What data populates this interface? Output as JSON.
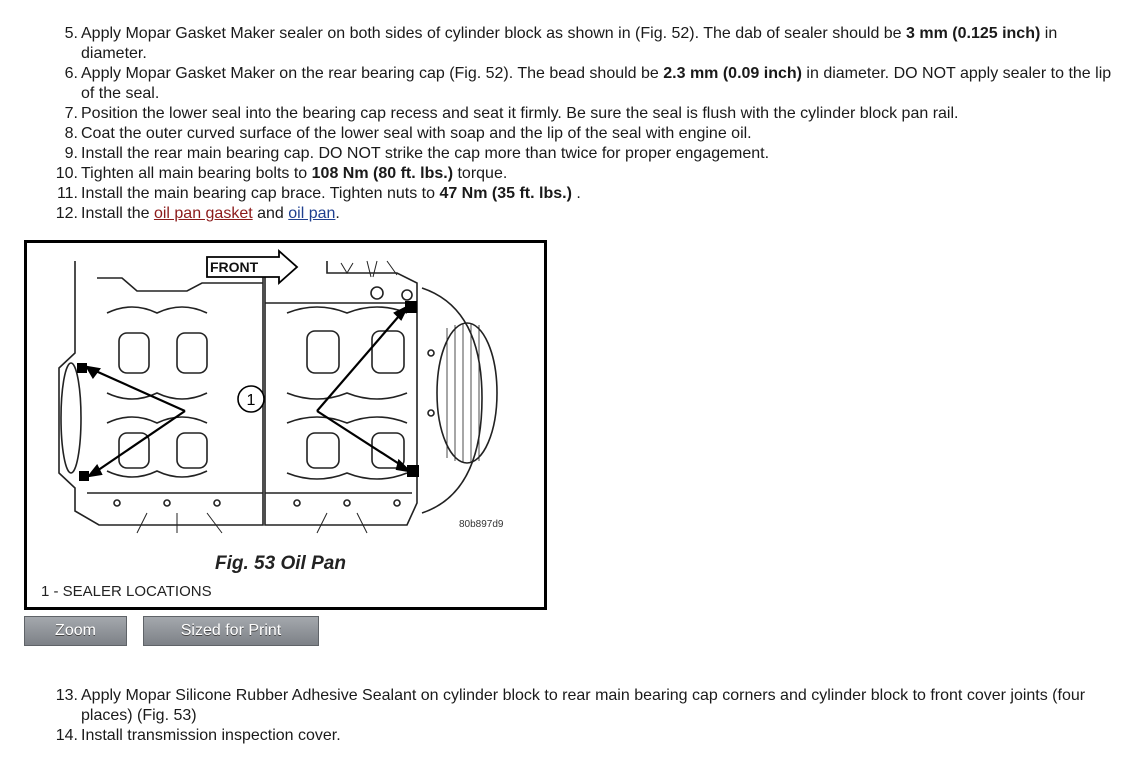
{
  "steps_top": [
    {
      "num": "5.",
      "parts": [
        "Apply Mopar Gasket Maker sealer on both sides of cylinder block as shown in (Fig. 52). The dab of sealer should be ",
        "3 mm (0.125 inch)",
        " in diameter."
      ]
    },
    {
      "num": "6.",
      "parts": [
        "Apply Mopar Gasket Maker on the rear bearing cap (Fig. 52). The bead should be ",
        "2.3 mm (0.09 inch)",
        " in diameter. DO NOT apply sealer to the lip of the seal."
      ]
    },
    {
      "num": "7.",
      "text": "Position the lower seal into the bearing cap recess and seat it firmly. Be sure the seal is flush with the cylinder block pan rail."
    },
    {
      "num": "8.",
      "text": "Coat the outer curved surface of the lower seal with soap and the lip of the seal with engine oil."
    },
    {
      "num": "9.",
      "text": "Install the rear main bearing cap. DO NOT strike the cap more than twice for proper engagement."
    },
    {
      "num": "10.",
      "parts": [
        "Tighten all main bearing bolts to ",
        "108 Nm (80 ft. lbs.)",
        " torque."
      ]
    },
    {
      "num": "11.",
      "parts": [
        "Install the main bearing cap brace. Tighten nuts to ",
        "47 Nm (35 ft. lbs.)",
        " ."
      ]
    },
    {
      "num": "12.",
      "parts": [
        "Install the ",
        "oil pan gasket",
        " and ",
        "oil pan",
        "."
      ]
    }
  ],
  "figure": {
    "front_label": "FRONT",
    "callout": "1",
    "code": "80b897d9",
    "caption": "Fig. 53 Oil Pan",
    "legend": "1 - SEALER LOCATIONS"
  },
  "buttons": {
    "zoom": "Zoom",
    "print": "Sized for Print"
  },
  "steps_bottom": [
    {
      "num": "13.",
      "text": "Apply Mopar Silicone Rubber Adhesive Sealant on cylinder block to rear main bearing cap corners and cylinder block to front cover joints (four places) (Fig. 53)"
    },
    {
      "num": "14.",
      "text": "Install transmission inspection cover."
    }
  ]
}
